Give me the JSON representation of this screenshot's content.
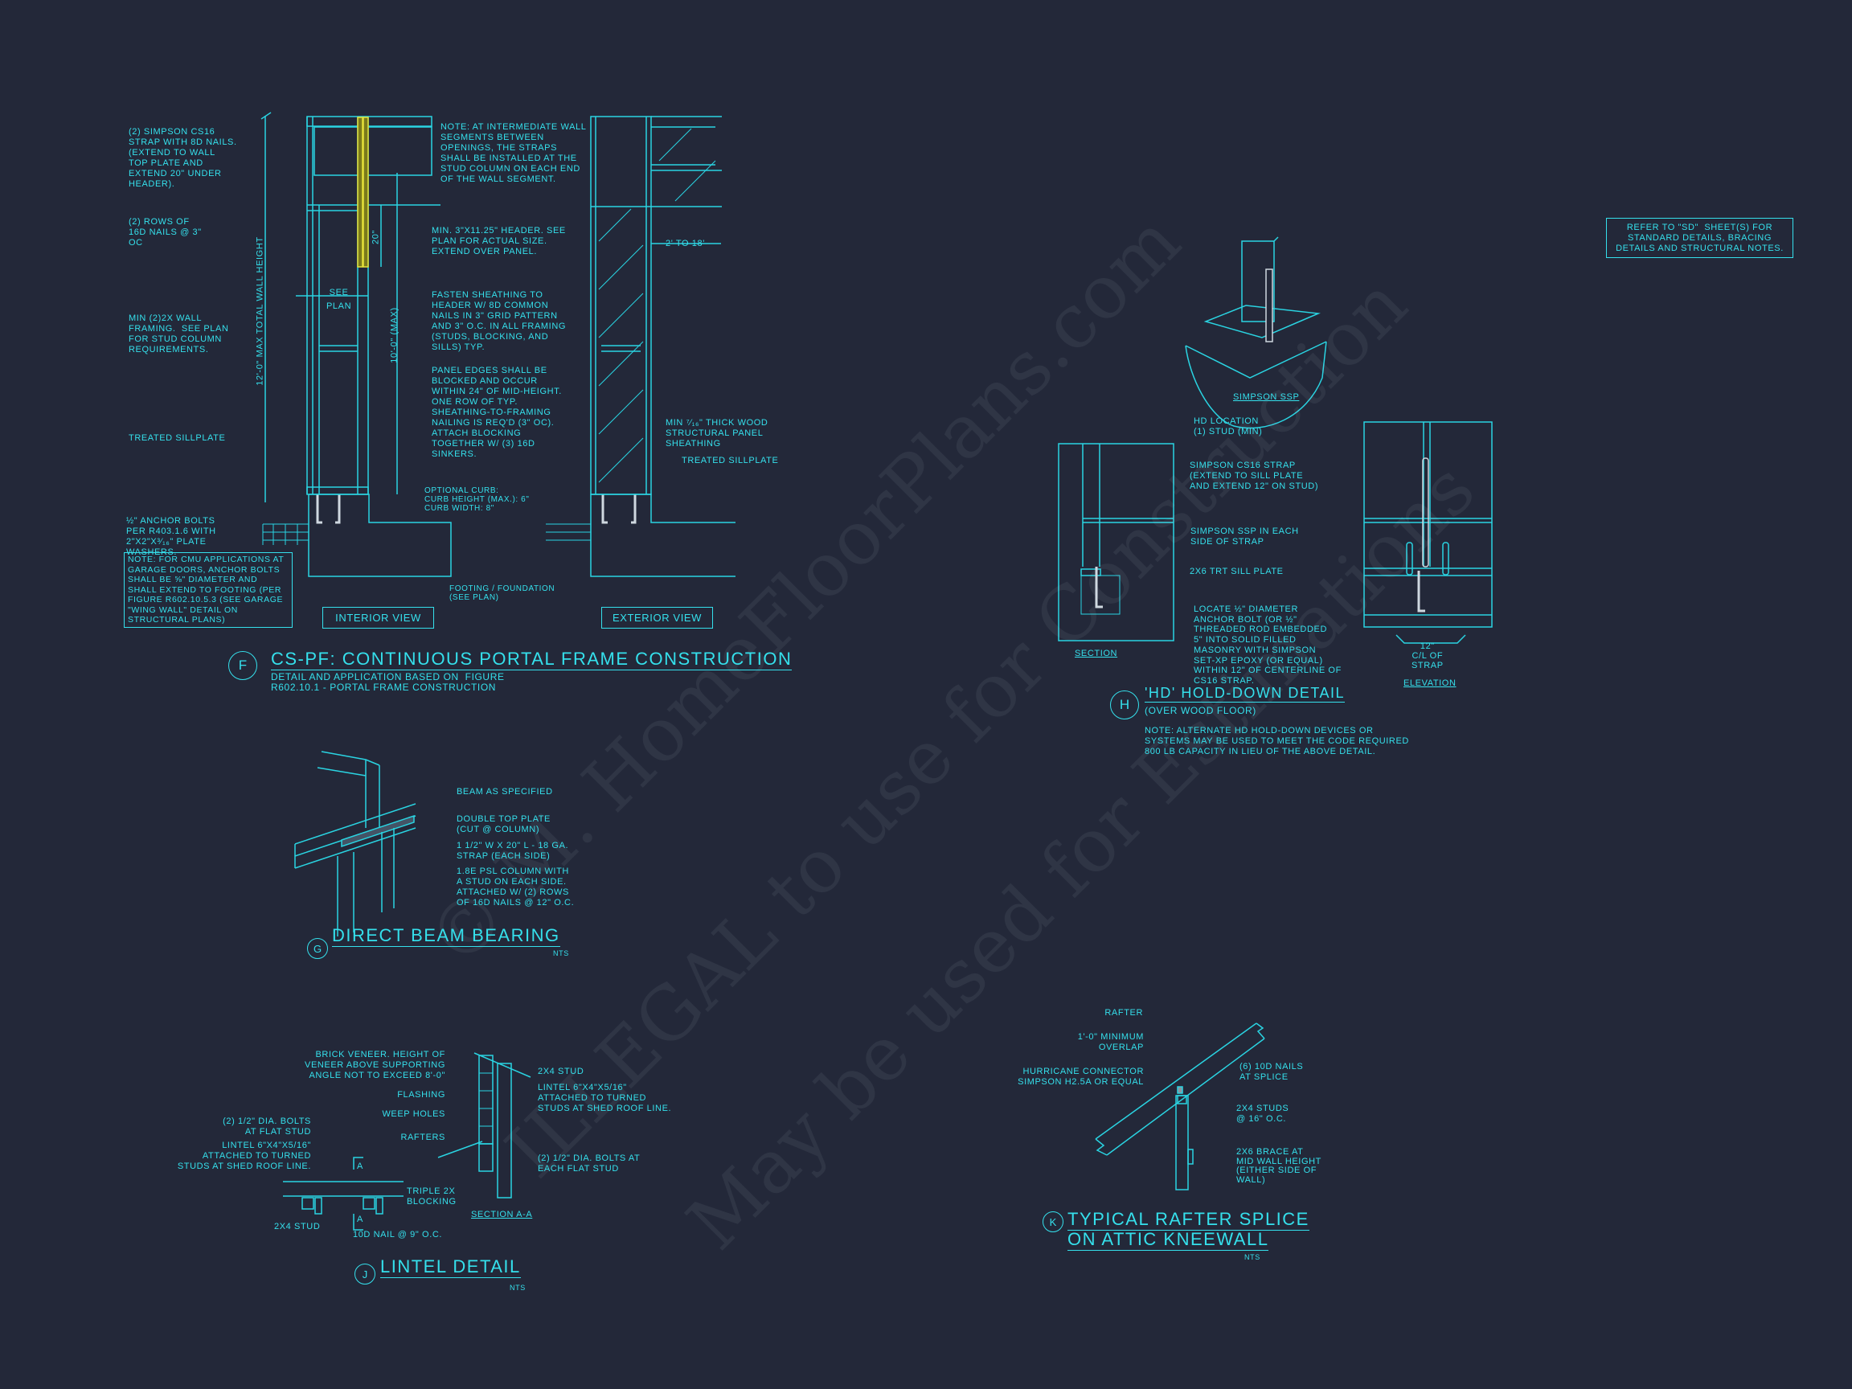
{
  "watermark": {
    "line1": "© M. HomeFloorPlans.com",
    "line2": "ILLEGAL to use for Construction",
    "line3": "May be used for Estimations"
  },
  "colors": {
    "background": "#232839",
    "line": "#2ad4e2",
    "text": "#35e0ec",
    "strap": "#e6e23a"
  },
  "detail_f": {
    "letter": "F",
    "title": "CS-PF: CONTINUOUS PORTAL FRAME CONSTRUCTION",
    "subtitle": "DETAIL AND APPLICATION BASED ON  FIGURE\nR602.10.1 - PORTAL FRAME CONSTRUCTION",
    "notes": {
      "strap": "(2) SIMPSON CS16\nSTRAP WITH 8d NAILS.\n(EXTEND TO WALL\nTOP PLATE AND\nEXTEND 20\" UNDER\nHEADER).",
      "rows": "(2) ROWS OF\n16d NAILS @ 3\"\nOC",
      "framing": "MIN (2)2X WALL\nFRAMING.  SEE PLAN\nFOR STUD COLUMN\nREQUIREMENTS.",
      "sillplate_left": "TREATED SILLPLATE",
      "anchor": "½\" ANCHOR BOLTS\nPER R403.1.6 WITH\n2\"x2\"x³⁄₁₆\" PLATE\nWASHERS.",
      "cmu_note": "NOTE: FOR CMU APPLICATIONS AT\nGARAGE DOORS, ANCHOR BOLTS\nSHALL BE ⅝\" DIAMETER AND\nSHALL EXTEND TO FOOTING (PER\nFIGURE R602.10.5.3 (SEE GARAGE\n\"WING WALL\" DETAIL ON\nSTRUCTURAL PLANS)",
      "intermediate": "NOTE: AT INTERMEDIATE WALL\nSEGMENTS BETWEEN\nOPENINGS, THE STRAPS\nSHALL BE INSTALLED AT THE\nSTUD COLUMN ON EACH END\nOF THE WALL SEGMENT.",
      "header": "MIN. 3\"x11.25\" HEADER. SEE\nPLAN FOR ACTUAL SIZE.\nEXTEND OVER PANEL.",
      "fasten": "FASTEN SHEATHING TO\nHEADER W/ 8d COMMON\nNAILS IN 3\" GRID PATTERN\nAND 3\" O.C. IN ALL FRAMING\n(STUDS, BLOCKING, AND\nSILLS) TYP.",
      "panel": "PANEL EDGES SHALL BE\nBLOCKED AND OCCUR\nWITHIN 24\" OF MID-HEIGHT.\nONE ROW OF TYP.\nSHEATHING-TO-FRAMING\nNAILING IS REQ'D (3\" OC).\nATTACH BLOCKING\nTOGETHER W/ (3) 16d\nSINKERS.",
      "curb": "OPTIONAL CURB:\nCURB HEIGHT (MAX.): 6\"\nCURB WIDTH: 8\"",
      "footing": "FOOTING / FOUNDATION\n(SEE PLAN)",
      "span": "2' TO 18'",
      "sheathing": "MIN ⁷⁄₁₆\" THICK WOOD\nSTRUCTURAL PANEL\nSHEATHING",
      "sillplate_right": "TREATED SILLPLATE"
    },
    "dims": {
      "wall_height": "12'-0\" MAX TOTAL WALL HEIGHT",
      "max_height": "10'-0\" (MAX)",
      "strap_ext": "20\"",
      "see_plan": "SEE\nPLAN"
    },
    "interior_view": "INTERIOR VIEW",
    "exterior_view": "EXTERIOR VIEW"
  },
  "simpson_ssp": {
    "label": "SIMPSON SSP"
  },
  "refer_note": "REFER TO \"SD\"  SHEET(S) FOR\nSTANDARD DETAILS, BRACING\nDETAILS AND STRUCTURAL NOTES.",
  "detail_h": {
    "letter": "H",
    "title": "'HD' HOLD-DOWN DETAIL",
    "subtitle": "(OVER WOOD FLOOR)",
    "note": "NOTE: ALTERNATE HD HOLD-DOWN DEVICES OR\nSYSTEMS MAY BE USED TO MEET THE CODE REQUIRED\n800 LB CAPACITY IN LIEU OF THE ABOVE DETAIL.",
    "labels": {
      "hd_location": "HD LOCATION\n(1) STUD (MIN)",
      "strap": "SIMPSON CS16 STRAP\n(EXTEND TO SILL PLATE\nAND EXTEND 12\" ON STUD)",
      "ssp": "SIMPSON SSP IN EACH\nSIDE OF STRAP",
      "sill": "2x6 TRT SILL PLATE",
      "anchor": "LOCATE ½\" DIAMETER\nANCHOR BOLT (OR ½\"\nTHREADED ROD EMBEDDED\n5\" INTO SOLID FILLED\nMASONRY WITH SIMPSON\nSET-XP EPOXY (OR EQUAL)\nWITHIN 12\" OF CENTERLINE OF\nCS16 STRAP.",
      "section": "SECTION",
      "elevation": "ELEVATION",
      "cl": "12\"\nC/L OF\nSTRAP"
    }
  },
  "detail_g": {
    "letter": "G",
    "title": "DIRECT BEAM BEARING",
    "scale": "NTS",
    "labels": {
      "beam": "BEAM AS SPECIFIED",
      "top_plate": "DOUBLE TOP PLATE\n(CUT @ COLUMN)",
      "strap": "1 1/2\" W x 20\" L - 18 GA.\nSTRAP (EACH SIDE)",
      "column": "1.8E PSL COLUMN WITH\nA STUD ON EACH SIDE.\nATTACHED W/ (2) ROWS\nOF 16d NAILS @ 12\" O.C."
    }
  },
  "detail_j": {
    "letter": "J",
    "title": "LINTEL DETAIL",
    "scale": "NTS",
    "labels": {
      "brick": "BRICK VENEER. HEIGHT OF\nVENEER ABOVE SUPPORTING\nANGLE NOT TO EXCEED 8'-0\"",
      "flashing": "FLASHING",
      "weep": "WEEP HOLES",
      "rafters": "RAFTERS",
      "blocking": "TRIPLE 2x\nBLOCKING",
      "stud_r": "2x4 STUD",
      "lintel_r": "LINTEL 6\"x4\"x5/16\"\nATTACHED TO TURNED\nSTUDS AT SHED ROOF LINE.",
      "bolts_r": "(2) 1/2\" DIA. BOLTS AT\nEACH FLAT STUD",
      "bolts_l": "(2) 1/2\" DIA. BOLTS\nAT FLAT STUD",
      "lintel_l": "LINTEL 6\"x4\"x5/16\"\nATTACHED TO TURNED\nSTUDS AT SHED ROOF LINE.",
      "stud_l": "2x4 STUD",
      "nail": "10d NAIL @ 9\" O.C.",
      "section": "SECTION A-A",
      "cut": "A"
    }
  },
  "detail_k": {
    "letter": "K",
    "title_line1": "TYPICAL RAFTER SPLICE",
    "title_line2": "ON ATTIC KNEEWALL",
    "scale": "NTS",
    "labels": {
      "rafter": "RAFTER",
      "overlap": "1'-0\" MINIMUM\nOVERLAP",
      "hurricane": "HURRICANE CONNECTOR\nSIMPSON H2.5A OR EQUAL",
      "nails": "(6) 10d NAILS\nAT SPLICE",
      "studs": "2x4 STUDS\n@ 16\" O.C.",
      "brace": "2x6 BRACE AT\nMID WALL HEIGHT\n(EITHER SIDE OF\nWALL)"
    }
  }
}
